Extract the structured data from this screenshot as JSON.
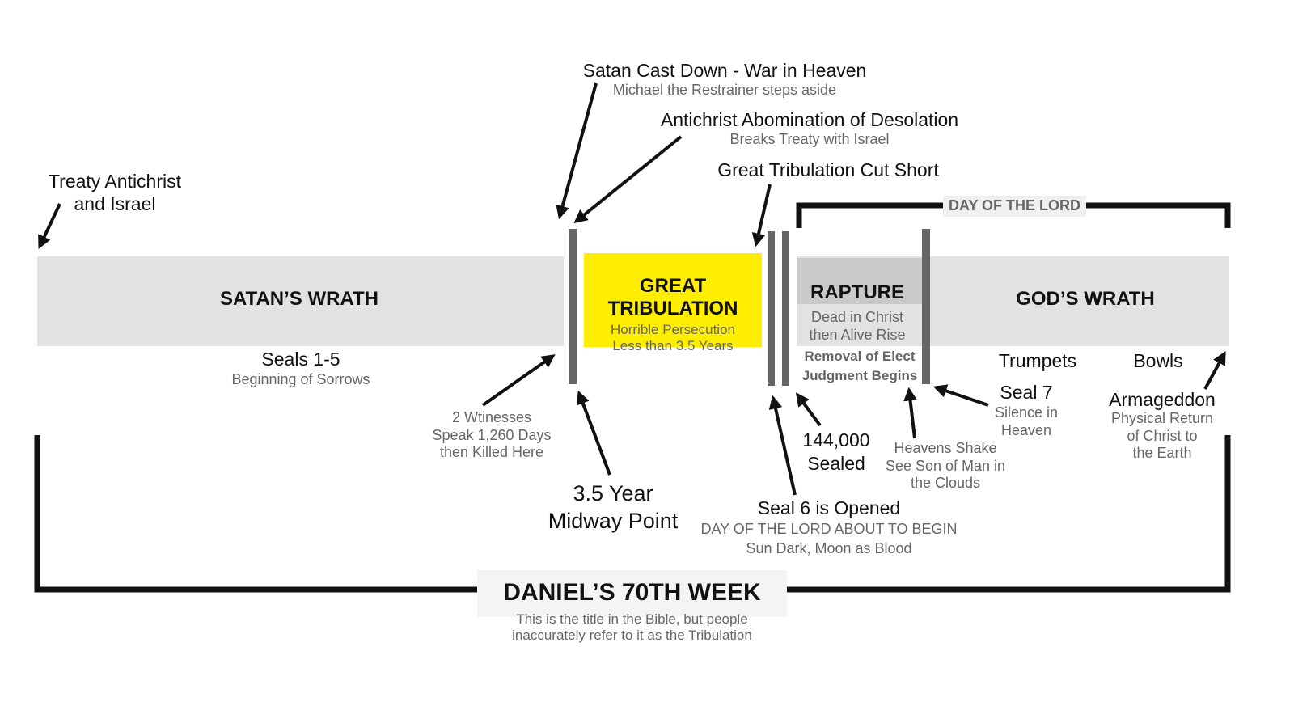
{
  "colors": {
    "band": "#e2e2e2",
    "rapture_box": "#c9c9c9",
    "great_trib": "#ffee00",
    "bar": "#666666",
    "arrow": "#111111",
    "text_dark": "#111111",
    "text_grey": "#666666"
  },
  "labels": {
    "treaty": [
      "Treaty Antichrist",
      "and Israel"
    ],
    "satan_cast": "Satan Cast Down - War in Heaven",
    "michael": "Michael the Restrainer steps aside",
    "abomination": "Antichrist Abomination of Desolation",
    "breaks_treaty": "Breaks Treaty with Israel",
    "gt_cut": "Great Tribulation Cut Short",
    "day_lord_top": "DAY OF THE LORD",
    "satans_wrath": "SATAN’S WRATH",
    "great_trib": [
      "GREAT",
      "TRIBULATION"
    ],
    "horrible": [
      "Horrible Persecution",
      "Less than 3.5 Years"
    ],
    "rapture": "RAPTURE",
    "dead_in_christ": [
      "Dead in Christ",
      "then Alive Rise"
    ],
    "removal": [
      "Removal of Elect",
      "Judgment Begins"
    ],
    "gods_wrath": "GOD’S WRATH",
    "seals": "Seals 1-5",
    "sorrows": "Beginning of Sorrows",
    "trumpets": "Trumpets",
    "bowls": "Bowls",
    "witnesses": [
      "2 Wtinesses",
      "Speak 1,260 Days",
      "then Killed Here"
    ],
    "midway": [
      "3.5 Year",
      "Midway Point"
    ],
    "sealed": [
      "144,000",
      "Sealed"
    ],
    "seal6": "Seal 6 is Opened",
    "seal6_sub": "DAY OF THE LORD ABOUT TO BEGIN",
    "sun_dark": "Sun Dark, Moon as Blood",
    "heavens": [
      "Heavens Shake",
      "See Son of Man in",
      "the Clouds"
    ],
    "seal7": "Seal 7",
    "silence": [
      "Silence in",
      "Heaven"
    ],
    "armageddon": "Armageddon",
    "physical": [
      "Physical Return",
      "of Christ to",
      "the Earth"
    ],
    "daniel": "DANIEL’S 70TH WEEK",
    "daniel_sub": [
      "This is the title in the Bible, but people",
      "inaccurately refer to it as the Tribulation"
    ]
  }
}
